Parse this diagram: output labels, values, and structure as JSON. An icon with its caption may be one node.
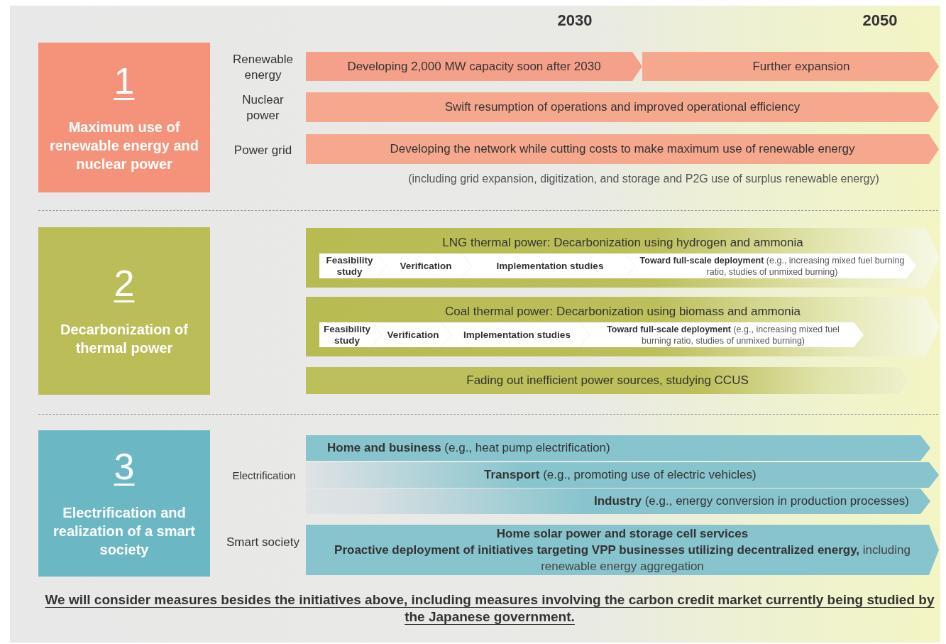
{
  "diagram": {
    "nodes": [
      {
        "text": [
          "1",
          "Maximum use of renewable energy and nuclear power"
        ]
      },
      {
        "text": [
          "Developing 2,000 MW capacity soon after 2030"
        ]
      },
      {
        "text": [
          "Further expansion"
        ]
      },
      {
        "text": [
          "Swift resumption of operations and improved operational efficiency"
        ]
      },
      {
        "text": [
          "Developing the network while cutting costs to make maximum use of renewable energy"
        ],
        "beside": [
          "(including grid expansion, digitization, and storage and P2G use of surplus renewable energy)"
        ]
      },
      {
        "text": [
          "2",
          "Decarbonization of thermal power"
        ]
      },
      {
        "text": [
          "LNG thermal power: Decarbonization using hydrogen and ammonia"
        ]
      },
      {
        "text": [
          "Feasibility study"
        ],
        "in": 6
      },
      {
        "text": [
          "Verification"
        ],
        "in": 6
      },
      {
        "text": [
          "Implementation studies"
        ],
        "in": 6
      },
      {
        "text": [
          "**Toward full-scale deployment** (e.g., increasing mixed fuel burning ratio, studies of unmixed burning)"
        ],
        "in": 6
      },
      {
        "text": [
          "Coal thermal power: Decarbonization using biomass and ammonia"
        ]
      },
      {
        "text": [
          "Feasibility study"
        ],
        "in": 11
      },
      {
        "text": [
          "Verification"
        ],
        "in": 11
      },
      {
        "text": [
          "Implementation studies"
        ],
        "in": 11
      },
      {
        "text": [
          "**Toward full-scale deployment** (e.g., increasing mixed fuel burning ratio, studies of unmixed burning)"
        ],
        "in": 11
      },
      {
        "text": [
          "Fading out inefficient power sources, studying CCUS"
        ]
      },
      {
        "text": [
          "3",
          "Electrification and realization of a smart society"
        ]
      },
      {
        "text": [
          "**Home and business** (e.g., heat pump electrification)"
        ]
      },
      {
        "text": [
          "**Transport** (e.g., promoting use of electric vehicles)"
        ]
      },
      {
        "text": [
          "**Industry** (e.g., energy conversion in production processes)"
        ]
      },
      {
        "text": [
          "Home solar power and storage cell services",
          "**Proactive deployment of initiatives targeting VPP businesses utilizing decentralized energy,** including renewable energy aggregation"
        ]
      }
    ],
    "labels": [
      "2030",
      "2050",
      "Renewable energy",
      "Nuclear power",
      "Power grid",
      "Electrification",
      "Smart society",
      "We will consider measures besides the initiatives above, including measures involving the carbon credit market currently being studied by the Japanese government."
    ]
  }
}
